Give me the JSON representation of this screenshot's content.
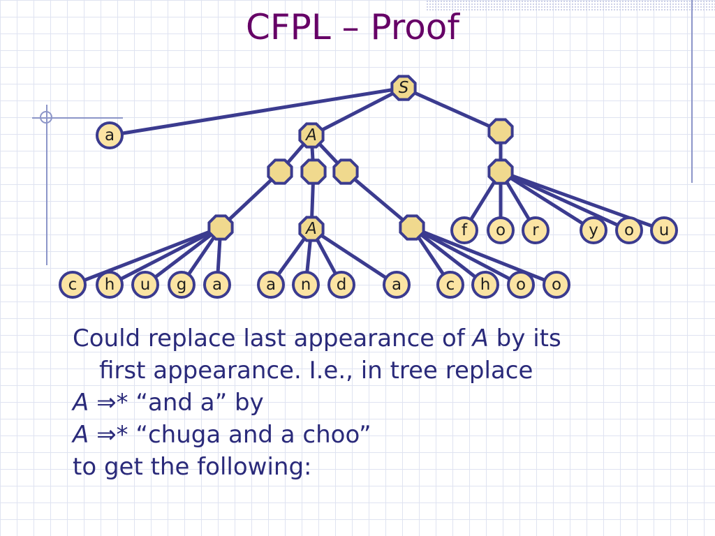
{
  "slide": {
    "title": "CFPL – Proof"
  },
  "tree": {
    "nodes": [
      {
        "id": "S",
        "label": "S",
        "italic": true
      },
      {
        "id": "a0",
        "label": "a"
      },
      {
        "id": "A1",
        "label": "A",
        "italic": true
      },
      {
        "id": "r1",
        "label": ""
      },
      {
        "id": "p1",
        "label": ""
      },
      {
        "id": "p2",
        "label": ""
      },
      {
        "id": "p3",
        "label": ""
      },
      {
        "id": "r2",
        "label": ""
      },
      {
        "id": "q1",
        "label": ""
      },
      {
        "id": "A2",
        "label": "A",
        "italic": true
      },
      {
        "id": "q3",
        "label": ""
      },
      {
        "id": "f",
        "label": "f"
      },
      {
        "id": "o1",
        "label": "o"
      },
      {
        "id": "rr",
        "label": "r"
      },
      {
        "id": "y",
        "label": "y"
      },
      {
        "id": "o2",
        "label": "o"
      },
      {
        "id": "u",
        "label": "u"
      },
      {
        "id": "c1",
        "label": "c"
      },
      {
        "id": "h1",
        "label": "h"
      },
      {
        "id": "u2",
        "label": "u"
      },
      {
        "id": "g",
        "label": "g"
      },
      {
        "id": "a1",
        "label": "a"
      },
      {
        "id": "a2",
        "label": "a"
      },
      {
        "id": "n",
        "label": "n"
      },
      {
        "id": "d",
        "label": "d"
      },
      {
        "id": "a3",
        "label": "a"
      },
      {
        "id": "c2",
        "label": "c"
      },
      {
        "id": "h2",
        "label": "h"
      },
      {
        "id": "o3",
        "label": "o"
      },
      {
        "id": "o4",
        "label": "o"
      }
    ],
    "edges": [
      [
        "S",
        "a0"
      ],
      [
        "S",
        "A1"
      ],
      [
        "S",
        "r1"
      ],
      [
        "A1",
        "p1"
      ],
      [
        "A1",
        "p2"
      ],
      [
        "A1",
        "p3"
      ],
      [
        "r1",
        "r2"
      ],
      [
        "p1",
        "q1"
      ],
      [
        "p2",
        "A2"
      ],
      [
        "p3",
        "q3"
      ],
      [
        "r2",
        "f"
      ],
      [
        "r2",
        "o1"
      ],
      [
        "r2",
        "rr"
      ],
      [
        "r2",
        "y"
      ],
      [
        "r2",
        "o2"
      ],
      [
        "r2",
        "u"
      ],
      [
        "q1",
        "c1"
      ],
      [
        "q1",
        "h1"
      ],
      [
        "q1",
        "u2"
      ],
      [
        "q1",
        "g"
      ],
      [
        "q1",
        "a1"
      ],
      [
        "A2",
        "a2"
      ],
      [
        "A2",
        "n"
      ],
      [
        "A2",
        "d"
      ],
      [
        "A2",
        "a3"
      ],
      [
        "q3",
        "c2"
      ],
      [
        "q3",
        "h2"
      ],
      [
        "q3",
        "o3"
      ],
      [
        "q3",
        "o4"
      ]
    ],
    "colors": {
      "edge": "#3b3b8f",
      "circle_fill": "#fbe4a3",
      "circle_stroke": "#3b3b8f",
      "octagon_fill": "#f0d98e",
      "octagon_stroke": "#3b3b8f"
    }
  },
  "body_text": {
    "line1_a": "Could replace last appearance of ",
    "line1_var": "A",
    "line1_b": " by its",
    "line2": "first appearance.  I.e., in tree replace",
    "line3_var": "A",
    "line3_arrow": " ⇒* ",
    "line3_text": "“and a”    by",
    "line4_var": "A",
    "line4_arrow": " ⇒* ",
    "line4_text": "“chuga and a choo”",
    "line5": "to get the following:"
  }
}
